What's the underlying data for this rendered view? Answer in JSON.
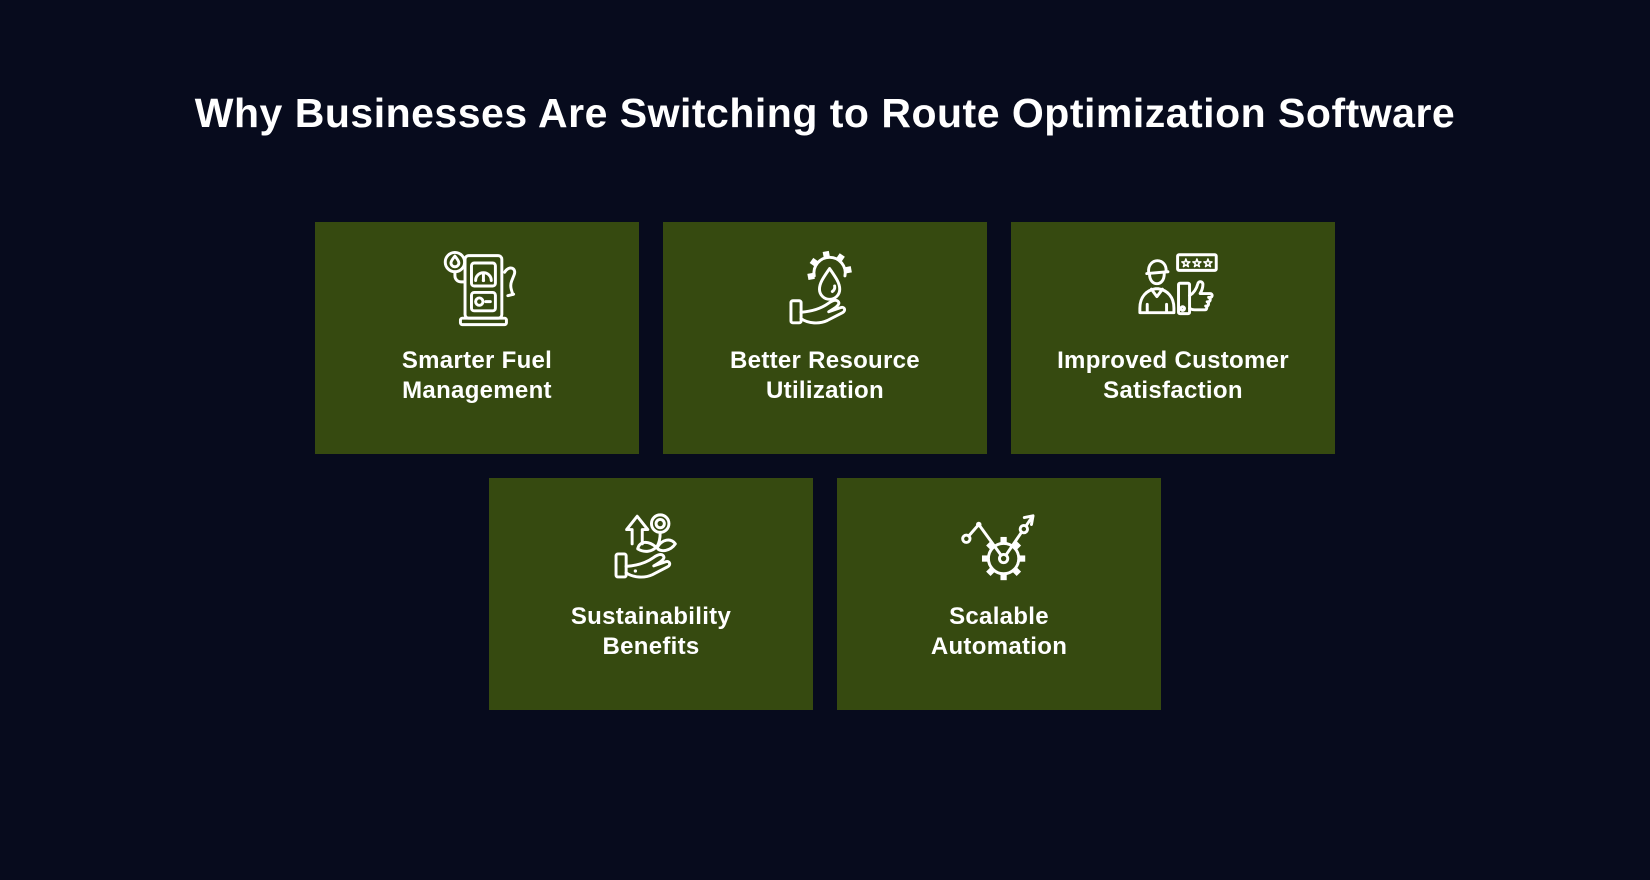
{
  "page": {
    "title": "Why Businesses Are Switching to Route Optimization Software"
  },
  "theme": {
    "background_color": "#070B1D",
    "card_color": "#364A10",
    "text_color": "#FFFFFF"
  },
  "cards": [
    {
      "label": "Smarter Fuel\nManagement",
      "icon": "fuel-pump-icon"
    },
    {
      "label": "Better Resource\nUtilization",
      "icon": "hand-holding-droplet-gear-icon"
    },
    {
      "label": "Improved Customer\nSatisfaction",
      "icon": "customer-rating-thumbs-up-icon"
    },
    {
      "label": "Sustainability\nBenefits",
      "icon": "hand-holding-plant-growth-icon"
    },
    {
      "label": "Scalable\nAutomation",
      "icon": "gear-growth-chart-icon"
    }
  ]
}
